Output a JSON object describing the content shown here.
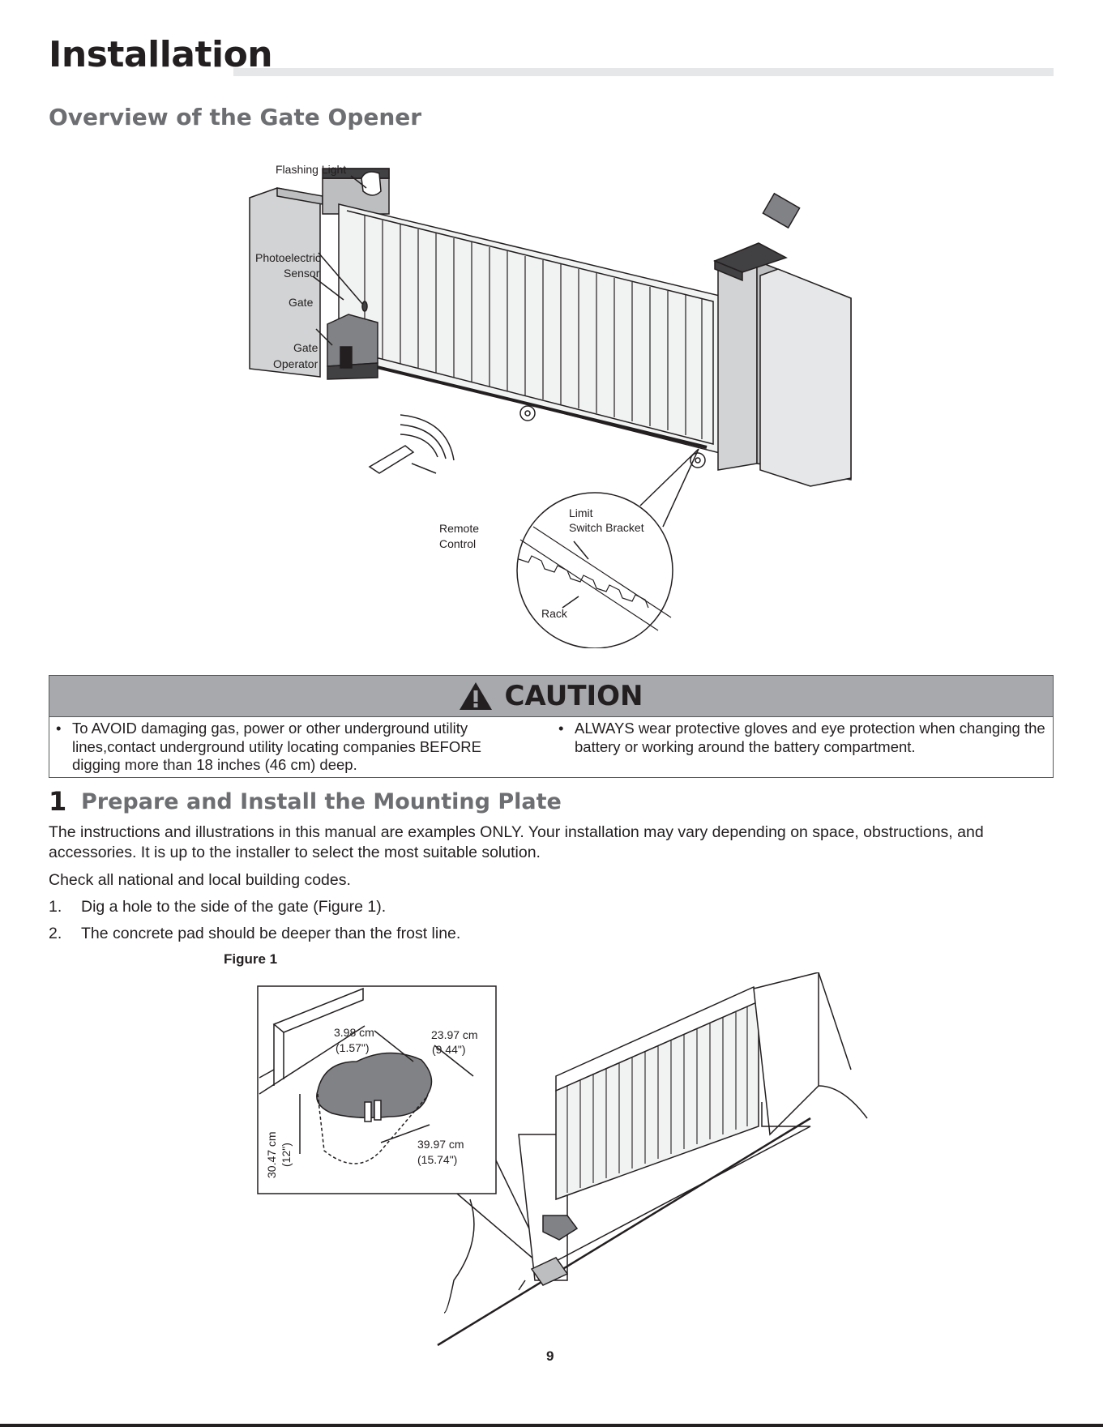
{
  "header": {
    "title": "Installation",
    "section": "Overview of the Gate Opener"
  },
  "overview_figure": {
    "labels": {
      "flashing_light": "Flashing Light",
      "photo_sensor_1": "Photoelectric",
      "photo_sensor_2": "Sensor",
      "gate": "Gate",
      "gate_operator_1": "Gate",
      "gate_operator_2": "Operator",
      "remote_1": "Remote",
      "remote_2": "Control",
      "limit_1": "Limit",
      "limit_2": "Switch Bracket",
      "rack": "Rack"
    }
  },
  "caution": {
    "title": "CAUTION",
    "left_item": "To AVOID damaging gas, power or other underground utility lines,contact underground utility locating companies BEFORE digging more than 18 inches (46 cm) deep.",
    "right_item": "ALWAYS wear protective gloves and eye protection when changing the battery or working around the battery compartment."
  },
  "step1": {
    "number": "1",
    "title": "Prepare and Install the Mounting Plate",
    "intro": "The instructions and illustrations in this manual are examples ONLY. Your installation may vary depending on space, obstructions, and accessories. It is up to the installer to select the most suitable solution.",
    "codes": "Check all national and local building codes.",
    "items": [
      {
        "num": "1.",
        "text": "Dig a hole to the side of the gate (Figure 1)."
      },
      {
        "num": "2.",
        "text": "The concrete pad should be deeper than the frost line."
      }
    ]
  },
  "figure1": {
    "label": "Figure 1",
    "dims": {
      "d1_cm": "3.98 cm",
      "d1_in": "(1.57\")",
      "d2_cm": "23.97 cm",
      "d2_in": "(9.44\")",
      "d3_cm": "39.97 cm",
      "d3_in": "(15.74\")",
      "d4_cm": "30.47 cm",
      "d4_in": "(12\")"
    }
  },
  "footer": {
    "page_number": "9"
  }
}
